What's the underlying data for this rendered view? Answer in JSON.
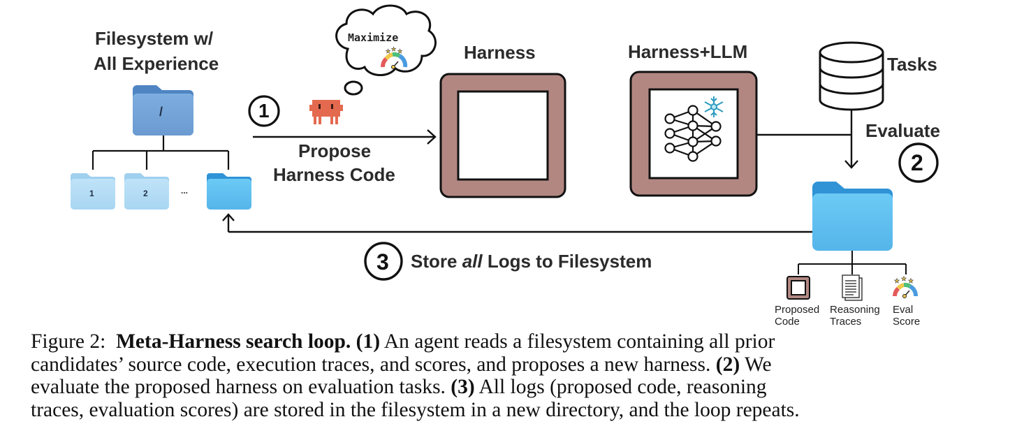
{
  "diagram": {
    "filesystem": {
      "title_line1": "Filesystem w/",
      "title_line2": "All Experience",
      "root_folder_label": "/",
      "child_folders": [
        "1",
        "2"
      ],
      "ellipsis": "...",
      "colors": {
        "root": "#6f9fd3",
        "old": "#b3dcf5",
        "new": "#5cbcee"
      }
    },
    "agent": {
      "thought": "Maximize",
      "step_number": "1",
      "action_line1": "Propose",
      "action_line2": "Harness Code",
      "color": "#e46a4f"
    },
    "harness": {
      "label": "Harness",
      "frame_color": "#b28782"
    },
    "harness_llm": {
      "label": "Harness+LLM"
    },
    "tasks": {
      "label": "Tasks"
    },
    "evaluate": {
      "label": "Evaluate",
      "step_number": "2"
    },
    "store": {
      "step_number": "3",
      "label_pre": "Store ",
      "label_em": "all",
      "label_post": " Logs to Filesystem"
    },
    "log_items": [
      {
        "icon": "proposed-code-icon",
        "line1": "Proposed",
        "line2": "Code"
      },
      {
        "icon": "reasoning-traces-icon",
        "line1": "Reasoning",
        "line2": "Traces"
      },
      {
        "icon": "eval-score-icon",
        "line1": "Eval",
        "line2": "Score"
      }
    ]
  },
  "caption": {
    "figure_label": "Figure 2:",
    "title": "Meta-Harness search loop.",
    "step1": "(1)",
    "text1a": " An agent reads a filesystem containing all prior",
    "text1b": "candidates’ source code, execution traces, and scores, and proposes a new harness. ",
    "step2": "(2)",
    "text2a": " We",
    "text2b": "evaluate the proposed harness on evaluation tasks. ",
    "step3": "(3)",
    "text3a": " All logs (proposed code, reasoning",
    "text3b": "traces, evaluation scores) are stored in the filesystem in a new directory, and the loop repeats."
  }
}
